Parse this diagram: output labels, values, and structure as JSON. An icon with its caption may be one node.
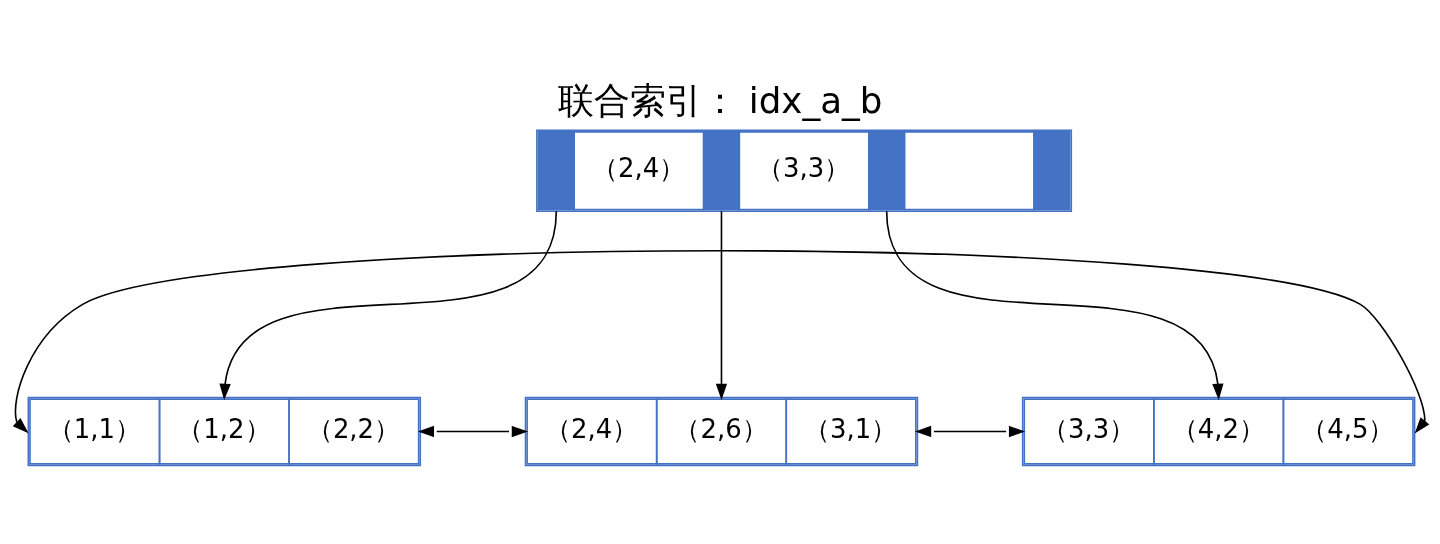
{
  "diagram": {
    "title": "联合索引： idx_a_b",
    "nodes": [
      {
        "text": [
          "（2,4）",
          "（3,3）"
        ]
      },
      {
        "text": [
          "（1,1）",
          "（1,2）",
          "（2,2）"
        ]
      },
      {
        "text": [
          "（2,4）",
          "（2,6）",
          "（3,1）"
        ]
      },
      {
        "text": [
          "（3,3）",
          "（4,2）",
          "（4,5）"
        ]
      }
    ],
    "edges": [
      {
        "from": 0,
        "to": 1,
        "arrow": "to"
      },
      {
        "from": 0,
        "to": 2,
        "arrow": "to"
      },
      {
        "from": 0,
        "to": 3,
        "arrow": "to"
      },
      {
        "from": 1,
        "to": 2,
        "arrow": "both"
      },
      {
        "from": 2,
        "to": 3,
        "arrow": "both"
      },
      {
        "from": 3,
        "to": 1,
        "arrow": "both"
      }
    ]
  }
}
